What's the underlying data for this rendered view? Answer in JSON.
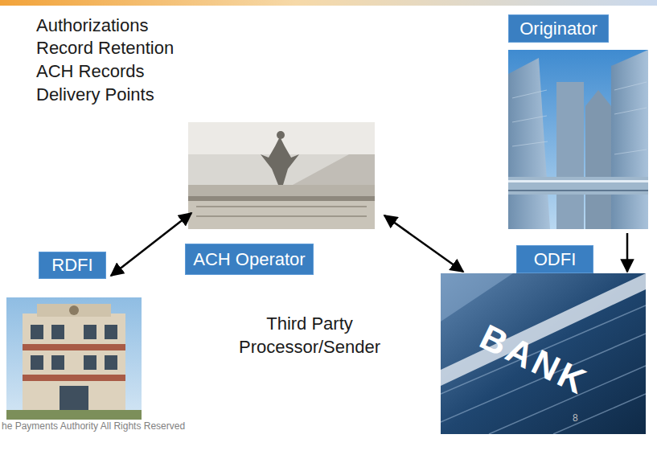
{
  "diagram": {
    "nodes": [
      {
        "text": [
          "Originator"
        ]
      },
      {
        "text": [
          "ODFI"
        ]
      },
      {
        "text": [
          "ACH Operator"
        ]
      },
      {
        "text": [
          "RDFI"
        ]
      }
    ],
    "edges": [
      {
        "from": 0,
        "to": 1,
        "arrow": "to"
      },
      {
        "from": 2,
        "to": 3,
        "arrow": "both"
      },
      {
        "from": 2,
        "to": 1,
        "arrow": "both"
      }
    ],
    "labels": [
      "Authorizations",
      "Record Retention",
      "ACH Records",
      "Delivery Points",
      "Third Party Processor/Sender",
      "BANK",
      "he Payments Authority All Rights Reserved",
      "8"
    ]
  }
}
